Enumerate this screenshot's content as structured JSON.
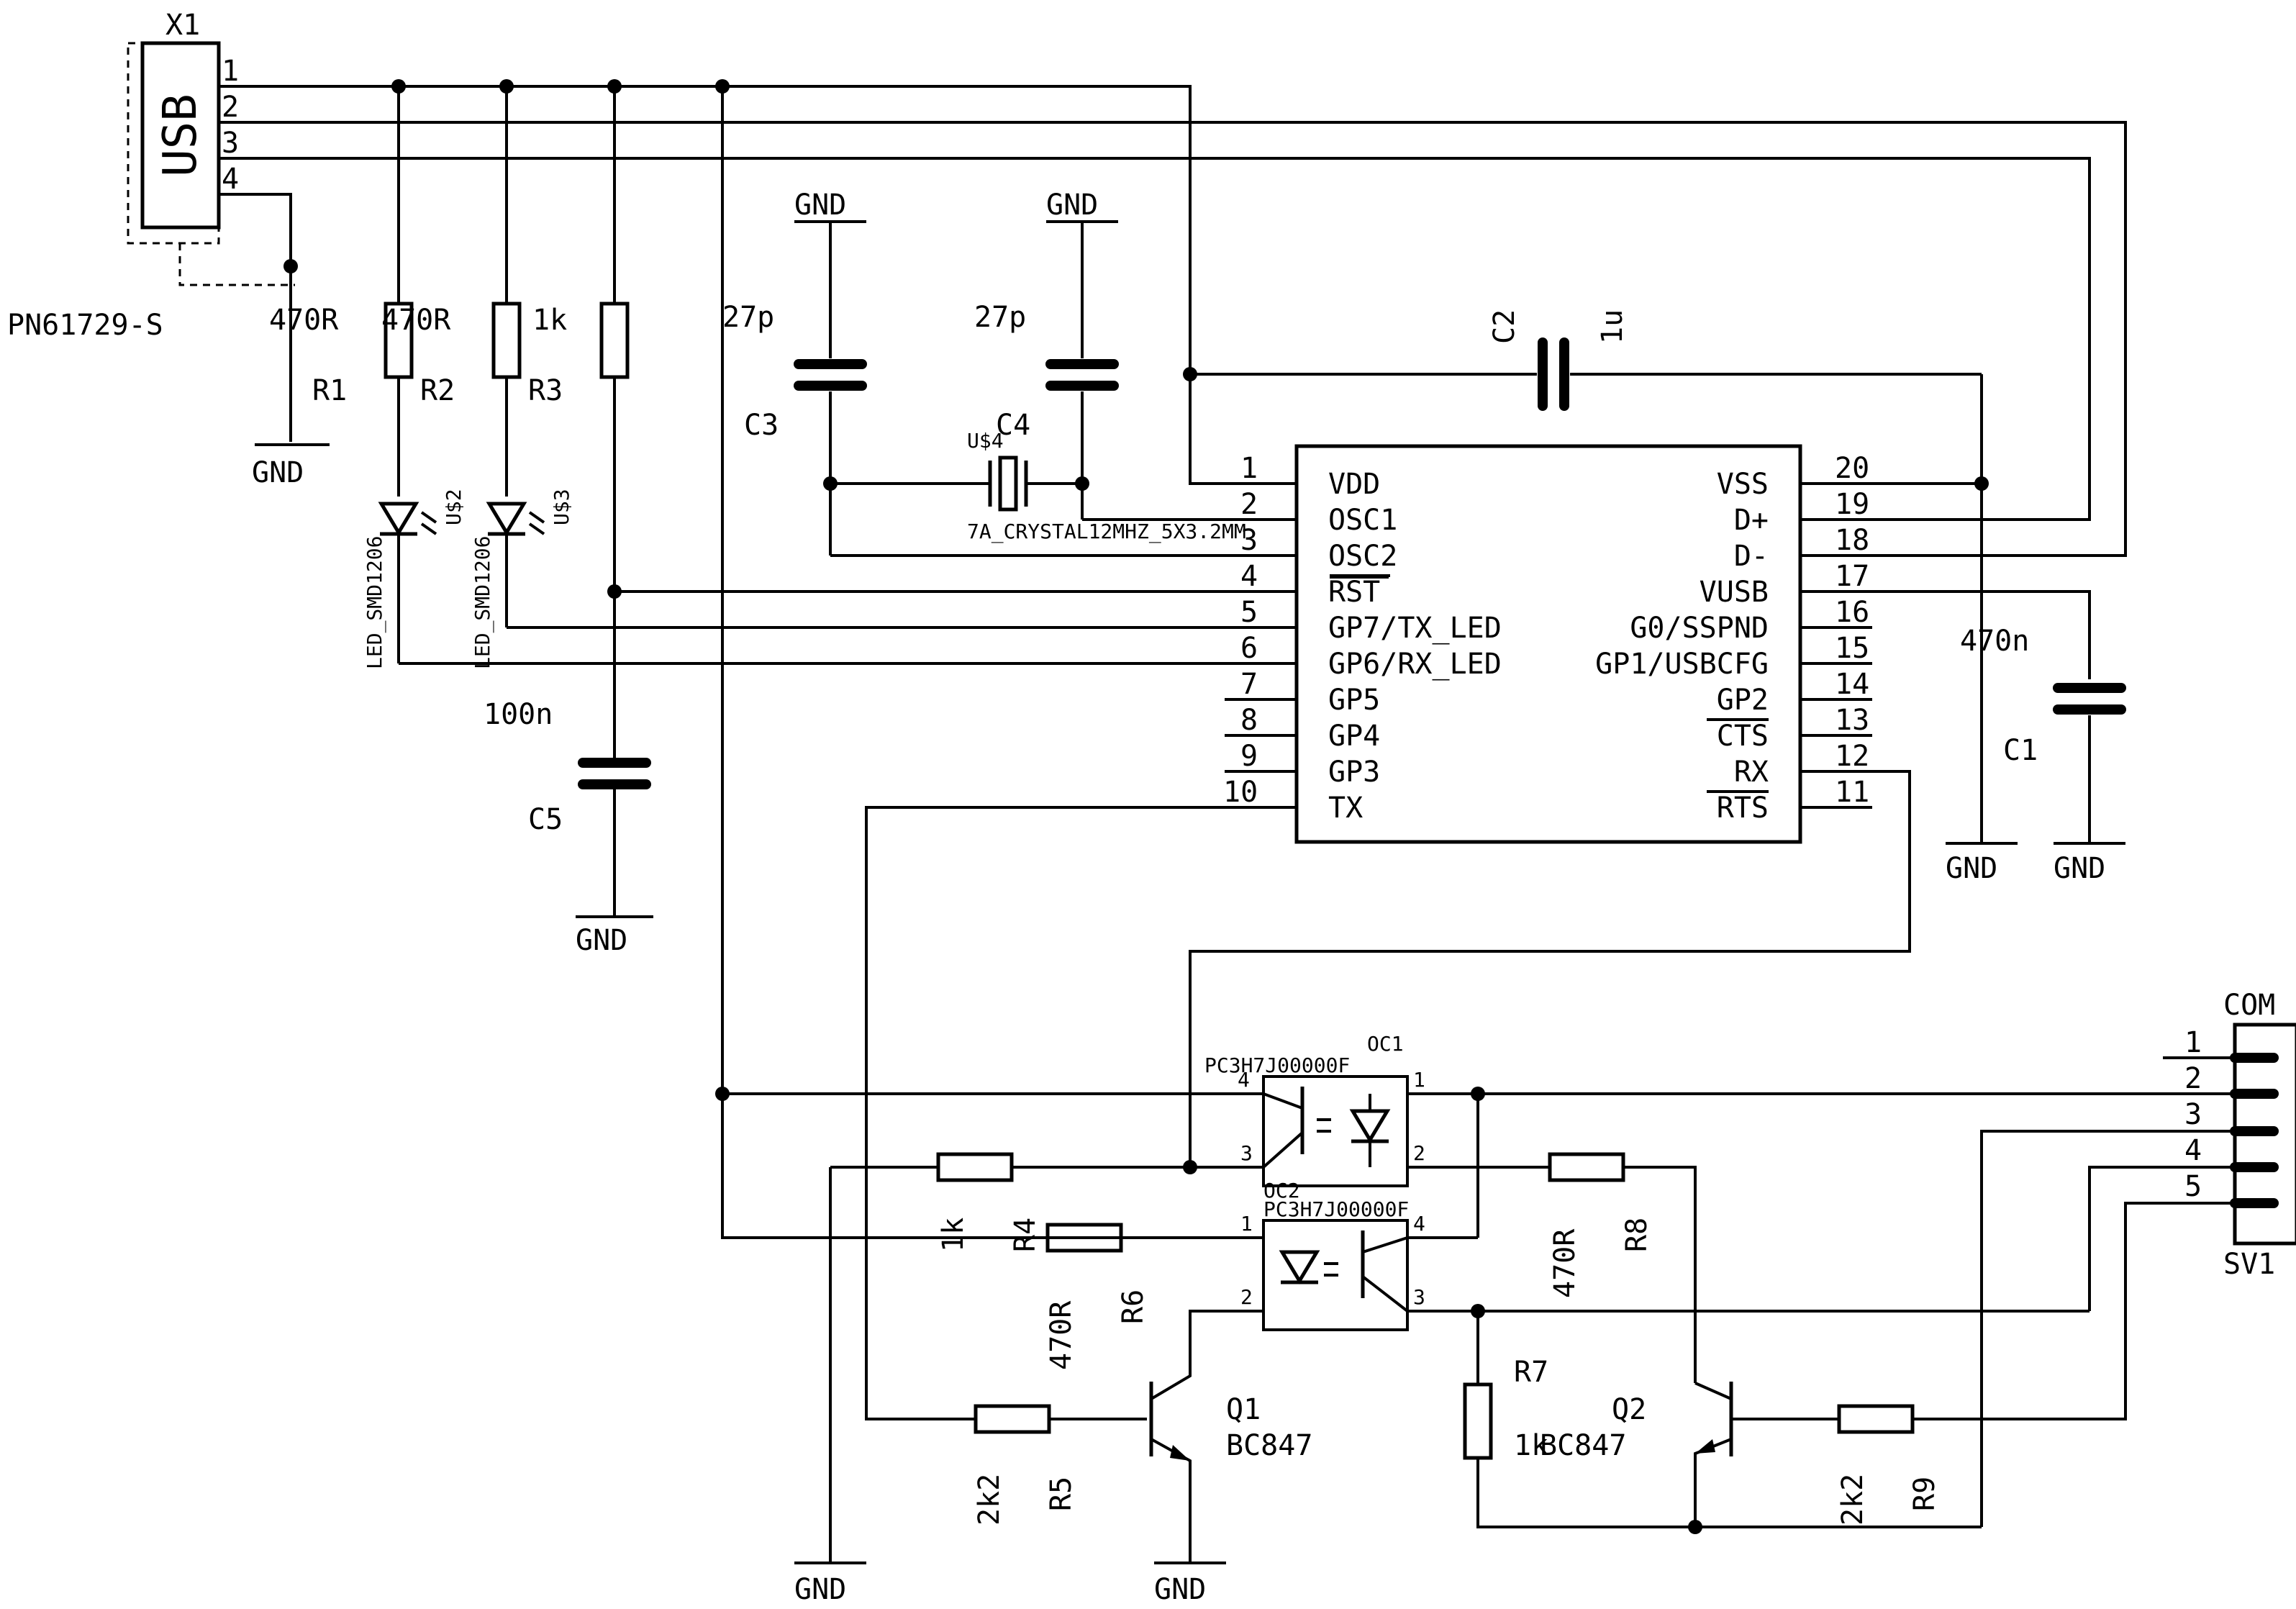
{
  "usb": {
    "ref": "X1",
    "label": "USB",
    "part": "PN61729-S",
    "pins": [
      "1",
      "2",
      "3",
      "4"
    ]
  },
  "r1": {
    "ref": "R1",
    "value": "470R"
  },
  "r2": {
    "ref": "R2",
    "value": "470R"
  },
  "r3": {
    "ref": "R3",
    "value": "1k"
  },
  "r4": {
    "ref": "R4",
    "value": "1k"
  },
  "r5": {
    "ref": "R5",
    "value": "2k2"
  },
  "r6": {
    "ref": "R6",
    "value": "470R"
  },
  "r7": {
    "ref": "R7",
    "value": "1k"
  },
  "r8": {
    "ref": "R8",
    "value": "470R"
  },
  "r9": {
    "ref": "R9",
    "value": "2k2"
  },
  "c1": {
    "ref": "C1",
    "value": "470n"
  },
  "c2": {
    "ref": "C2",
    "value": "1u"
  },
  "c3": {
    "ref": "C3",
    "value": "27p"
  },
  "c4": {
    "ref": "C4",
    "value": "27p"
  },
  "c5": {
    "ref": "C5",
    "value": "100n"
  },
  "led2": {
    "ref": "U$2",
    "package": "LED_SMD1206"
  },
  "led3": {
    "ref": "U$3",
    "package": "LED_SMD1206"
  },
  "crystal": {
    "ref": "U$4",
    "part": "7A_CRYSTAL12MHZ_5X3.2MM"
  },
  "gnd": "GND",
  "ic": {
    "left_pins": [
      {
        "num": "1",
        "name": "VDD"
      },
      {
        "num": "2",
        "name": "OSC1"
      },
      {
        "num": "3",
        "name": "OSC2"
      },
      {
        "num": "4",
        "name": "RST"
      },
      {
        "num": "5",
        "name": "GP7/TX_LED"
      },
      {
        "num": "6",
        "name": "GP6/RX_LED"
      },
      {
        "num": "7",
        "name": "GP5"
      },
      {
        "num": "8",
        "name": "GP4"
      },
      {
        "num": "9",
        "name": "GP3"
      },
      {
        "num": "10",
        "name": "TX"
      }
    ],
    "right_pins": [
      {
        "num": "20",
        "name": "VSS"
      },
      {
        "num": "19",
        "name": "D+"
      },
      {
        "num": "18",
        "name": "D-"
      },
      {
        "num": "17",
        "name": "VUSB"
      },
      {
        "num": "16",
        "name": "G0/SSPND"
      },
      {
        "num": "15",
        "name": "GP1/USBCFG"
      },
      {
        "num": "14",
        "name": "GP2"
      },
      {
        "num": "13",
        "name": "CTS"
      },
      {
        "num": "12",
        "name": "RX"
      },
      {
        "num": "11",
        "name": "RTS"
      }
    ]
  },
  "oc1": {
    "ref": "OC1",
    "part": "PC3H7J00000F",
    "pins": [
      "4",
      "3",
      "1",
      "2"
    ]
  },
  "oc2": {
    "ref": "OC2",
    "part": "PC3H7J00000F",
    "pins": [
      "1",
      "2",
      "4",
      "3"
    ]
  },
  "q1": {
    "ref": "Q1",
    "part": "BC847"
  },
  "q2": {
    "ref": "Q2",
    "part": "BC847"
  },
  "com": {
    "title": "COM",
    "ref": "SV1",
    "pins": [
      "1",
      "2",
      "3",
      "4",
      "5"
    ]
  }
}
